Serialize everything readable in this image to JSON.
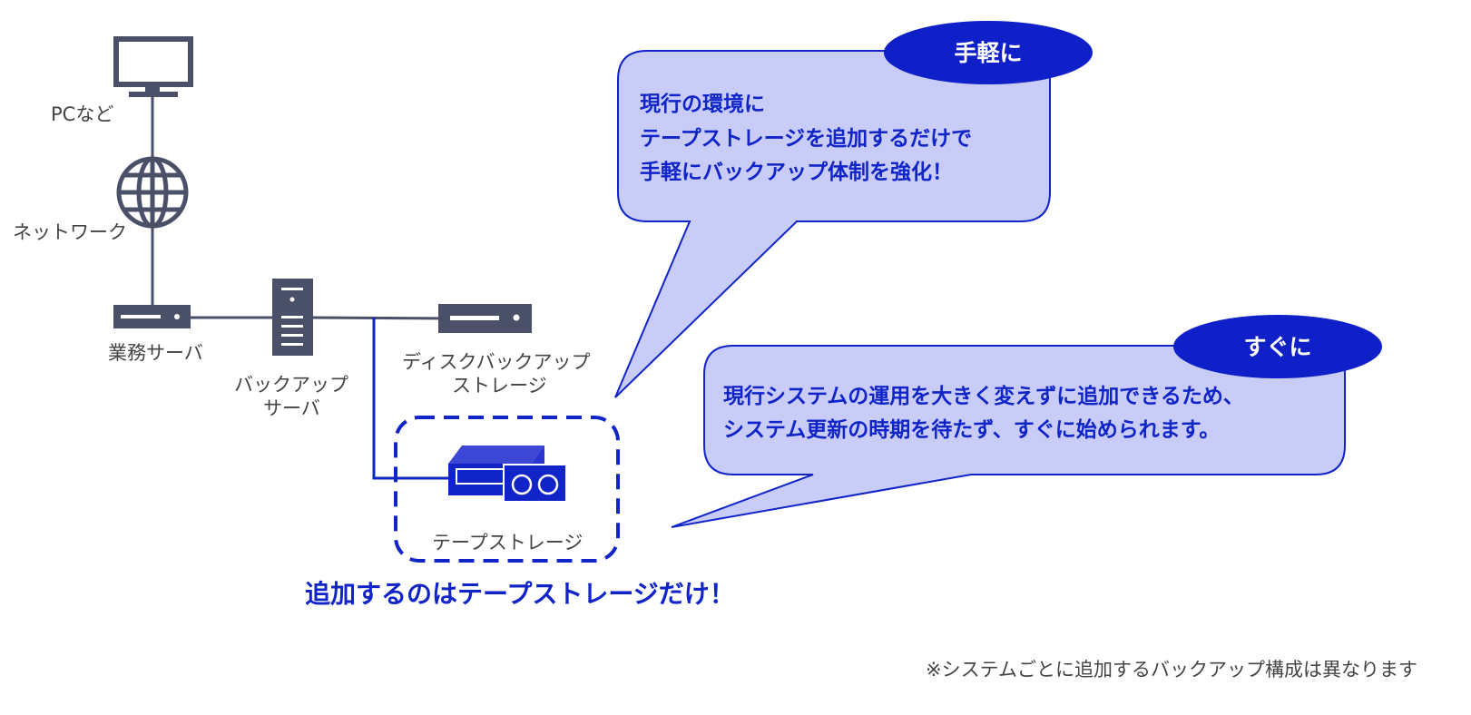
{
  "labels": {
    "pc": "PCなど",
    "network": "ネットワーク",
    "business_server": "業務サーバ",
    "backup_server": [
      "バックアップ",
      "サーバ"
    ],
    "disk_storage": [
      "ディスクバックアップ",
      "ストレージ"
    ],
    "tape_storage": "テープストレージ"
  },
  "bubble_easy": {
    "tag": "手軽に",
    "lines": [
      "現行の環境に",
      "テープストレージを追加するだけで",
      "手軽にバックアップ体制を強化！"
    ]
  },
  "bubble_soon": {
    "tag": "すぐに",
    "lines": [
      "現行システムの運用を大きく変えずに追加できるため、",
      "システム更新の時期を待たず、すぐに始められます。"
    ]
  },
  "headline": "追加するのはテープストレージだけ！",
  "footnote": "※システムごとに追加するバックアップ構成は異なります",
  "colors": {
    "device": "#4a5068",
    "accent": "#1024c8",
    "bubble_fill": "#c8ccf7",
    "tag_fill": "#1020c8"
  },
  "icons": [
    "monitor-icon",
    "globe-icon",
    "server-rack-icon",
    "tower-server-icon",
    "tape-drive-icon"
  ]
}
